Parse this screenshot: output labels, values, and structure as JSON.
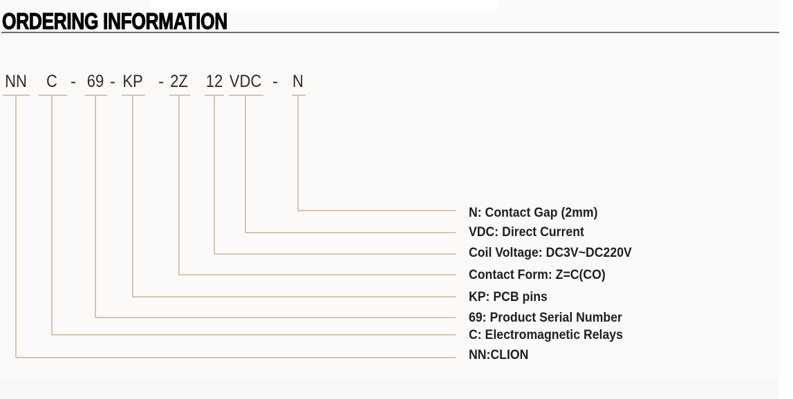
{
  "section": {
    "title": "ORDERING INFORMATION"
  },
  "part_number": {
    "separators": [
      "-",
      "-",
      "-",
      "-"
    ],
    "segments": [
      {
        "code": "NN",
        "meaning": "NN:CLION"
      },
      {
        "code": "C",
        "meaning": "C: Electromagnetic Relays"
      },
      {
        "code": "69",
        "meaning": "69: Product Serial Number"
      },
      {
        "code": "KP",
        "meaning": "KP: PCB pins"
      },
      {
        "code": "2Z",
        "meaning": "Contact Form: Z=C(CO)"
      },
      {
        "code": "12",
        "meaning": "Coil Voltage: DC3V~DC220V"
      },
      {
        "code": "VDC",
        "meaning": "VDC: Direct Current"
      },
      {
        "code": "N",
        "meaning": "N: Contact Gap (2mm)"
      }
    ]
  },
  "colors": {
    "background": "#fbfaf9",
    "title_text": "#050505",
    "title_rule": "#6e6e6e",
    "code_text": "#2b2b2b",
    "label_text": "#1f1f1f",
    "connector_line": "#d6c3b2"
  }
}
